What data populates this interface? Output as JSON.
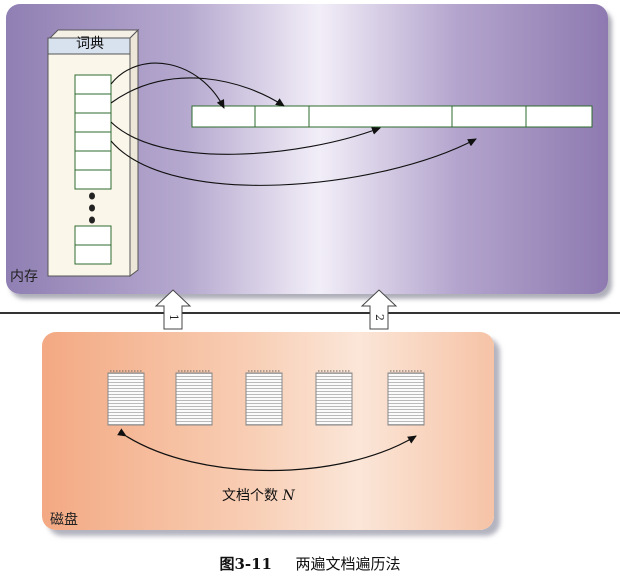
{
  "memory": {
    "label": "内存"
  },
  "dictionary": {
    "title": "词典"
  },
  "disk": {
    "label": "磁盘",
    "doc_count_label": "文档个数",
    "doc_count_var": "N"
  },
  "passes": {
    "first": "1",
    "second": "2"
  },
  "caption": {
    "figure": "图3-11",
    "title": "两遍文档遍历法"
  },
  "colors": {
    "memory_panel": "#9f8fc0",
    "disk_panel": "#f5b896",
    "cell_border": "#2d6b2d",
    "arrow": "#111111"
  }
}
